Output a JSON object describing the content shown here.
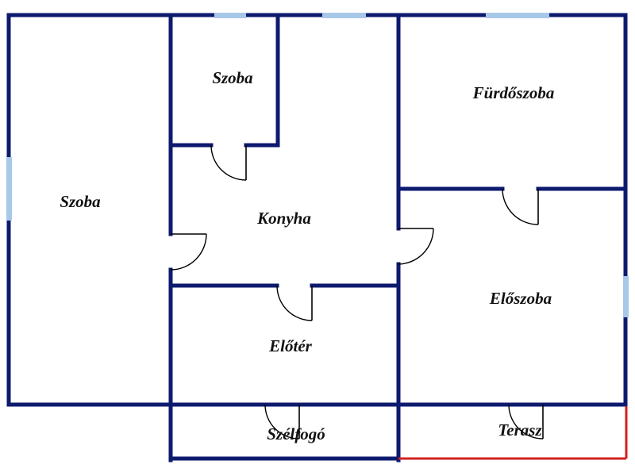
{
  "floorplan": {
    "rooms": [
      {
        "id": "szoba-left",
        "label": "Szoba"
      },
      {
        "id": "szoba-small",
        "label": "Szoba"
      },
      {
        "id": "konyha",
        "label": "Konyha"
      },
      {
        "id": "furdoszoba",
        "label": "Fürdőszoba"
      },
      {
        "id": "eloszoba",
        "label": "Előszoba"
      },
      {
        "id": "eloter",
        "label": "Előtér"
      },
      {
        "id": "szelfogo",
        "label": "Szélfogó"
      },
      {
        "id": "terasz",
        "label": "Terasz"
      }
    ],
    "colors": {
      "wall": "#0d1a6e",
      "window": "#a8c8e8",
      "terrace_edge": "#d42020",
      "door": "#000000"
    }
  }
}
